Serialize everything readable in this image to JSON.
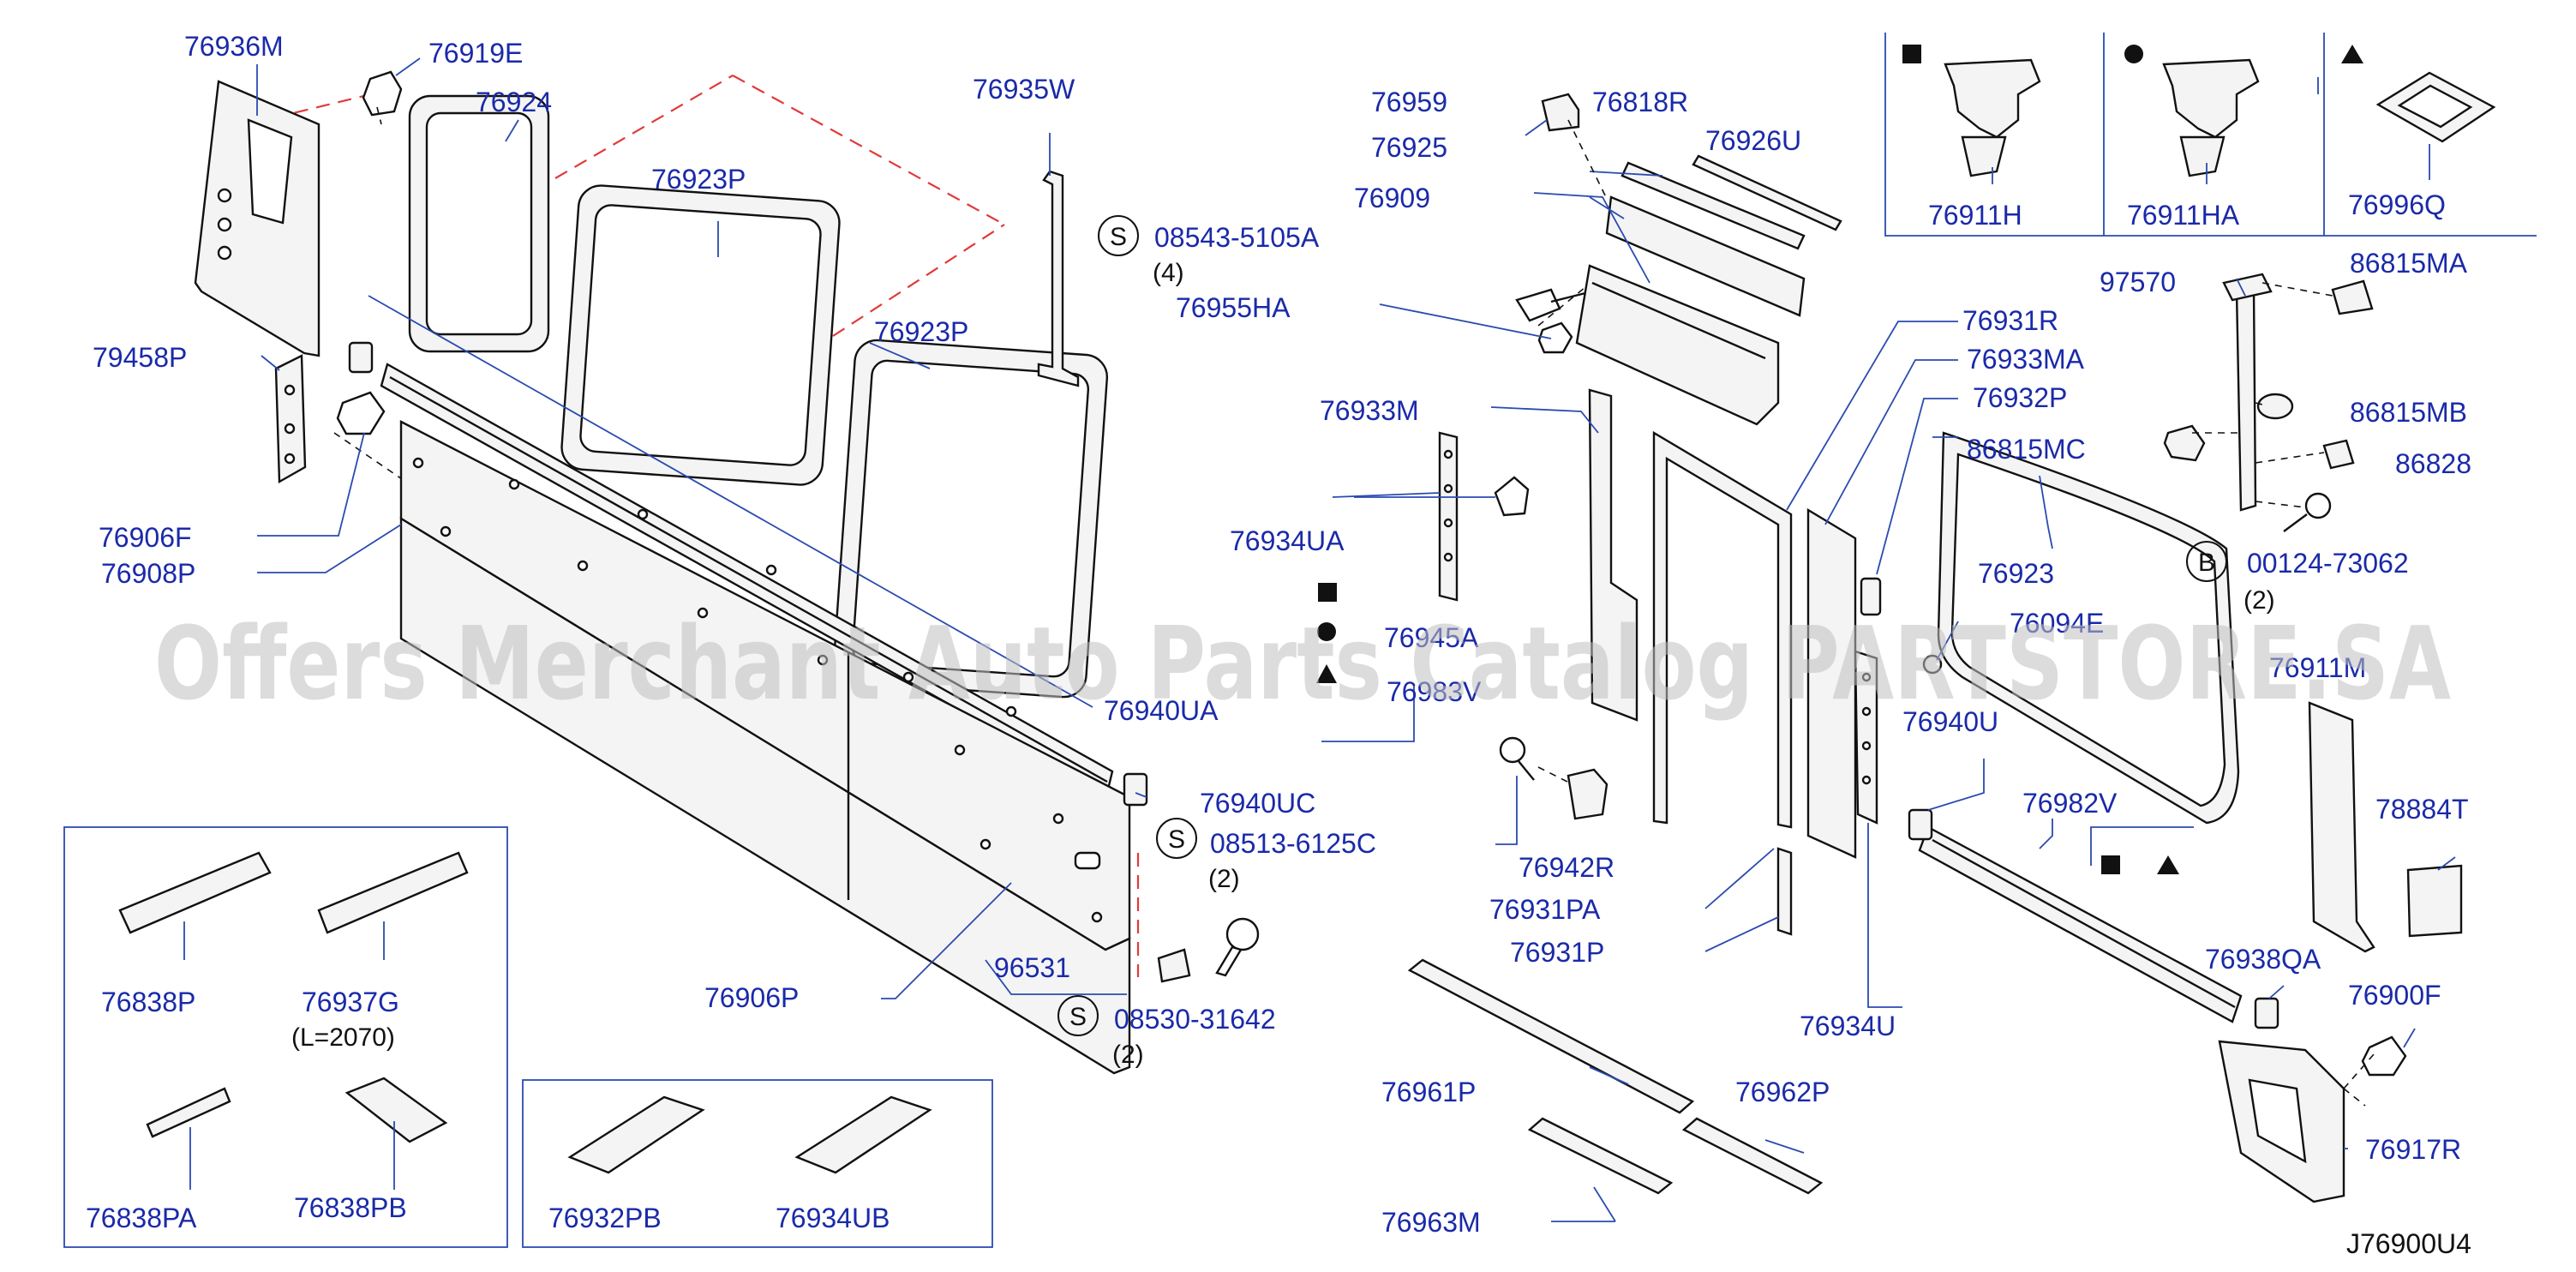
{
  "diagram_code": "J76900U4",
  "watermark": "Offers Merchant Auto Parts Catalog PARTSTORE.SA",
  "colors": {
    "label": "#1a2aa8",
    "leader": "#2a4bb0",
    "hidden_line": "#e03a3a",
    "watermark": "#bfbfbf"
  },
  "labels": {
    "p76936M": "76936M",
    "p76919E": "76919E",
    "p76924": "76924",
    "p76923P_a": "76923P",
    "p76935W": "76935W",
    "p08543": "08543-5105A",
    "q4": "(4)",
    "p76955HA": "76955HA",
    "p76923P_b": "76923P",
    "p79458P": "79458P",
    "p76906F": "76906F",
    "p76908P": "76908P",
    "p76959": "76959",
    "p76818R": "76818R",
    "p76925": "76925",
    "p76926U": "76926U",
    "p76909": "76909",
    "p76911H": "76911H",
    "p76911HA": "76911HA",
    "p76996Q": "76996Q",
    "p97570": "97570",
    "p86815MA": "86815MA",
    "p76931R": "76931R",
    "p76933MA": "76933MA",
    "p76933M": "76933M",
    "p76932P": "76932P",
    "p86815MB": "86815MB",
    "p86815MC": "86815MC",
    "p86828": "86828",
    "p76934UA": "76934UA",
    "p76923": "76923",
    "p00124": "00124-73062",
    "q2_b": "(2)",
    "p76945A": "76945A",
    "p76094E": "76094E",
    "p76983V": "76983V",
    "p76911M": "76911M",
    "p76940UA": "76940UA",
    "p76940U": "76940U",
    "p76940UC": "76940UC",
    "p08513": "08513-6125C",
    "q2_a": "(2)",
    "p76982V": "76982V",
    "p76942R": "76942R",
    "p78884T": "78884T",
    "p76931PA": "76931PA",
    "p76931P": "76931P",
    "p76938QA": "76938QA",
    "p96531": "96531",
    "p76906P": "76906P",
    "p08530": "08530-31642",
    "q2_c": "(2)",
    "p76900F": "76900F",
    "p76934U": "76934U",
    "p76961P": "76961P",
    "p76962P": "76962P",
    "p76917R": "76917R",
    "p76963M": "76963M",
    "p76838P": "76838P",
    "p76937G": "76937G",
    "l2070": "(L=2070)",
    "p76838PA": "76838PA",
    "p76838PB": "76838PB",
    "p76932PB": "76932PB",
    "p76934UB": "76934UB"
  },
  "circle_marks": {
    "s1": "S",
    "s2": "S",
    "s3": "S",
    "b1": "B"
  },
  "legend_symbols": [
    "square",
    "circle",
    "triangle"
  ]
}
